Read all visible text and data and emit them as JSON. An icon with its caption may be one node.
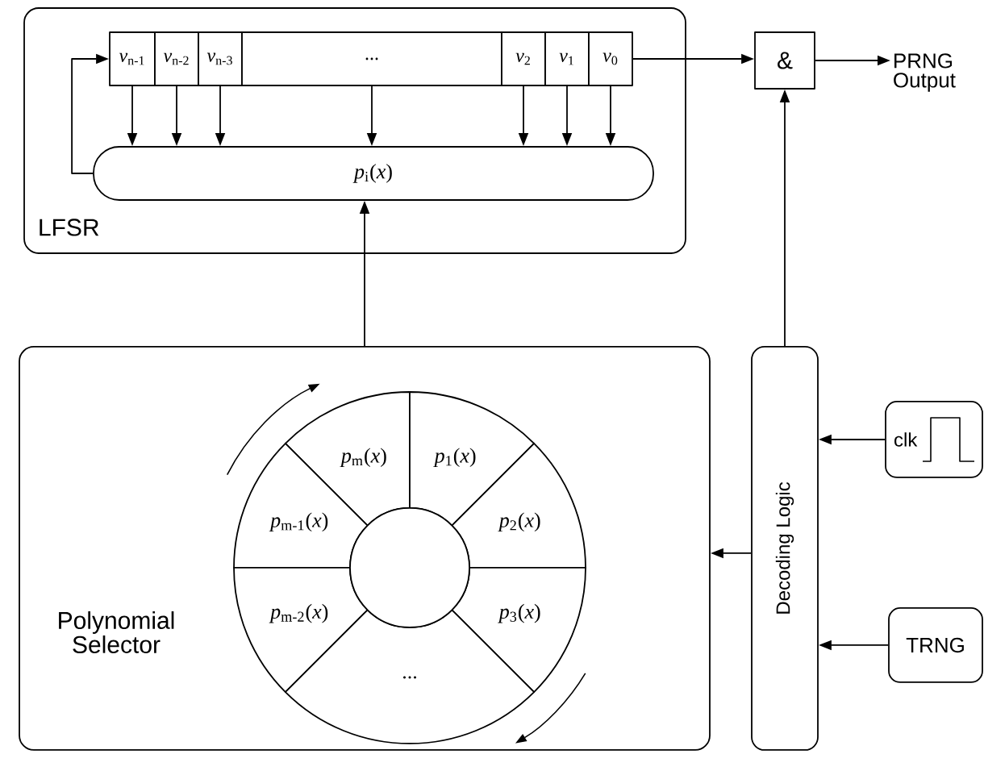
{
  "diagram": {
    "nodes": [
      {
        "text": [
          "LFSR"
        ]
      },
      {
        "text": [
          "*v*$_{n-1}$"
        ],
        "in": 0
      },
      {
        "text": [
          "*v*$_{n-2}$"
        ],
        "in": 0
      },
      {
        "text": [
          "*v*$_{n-3}$"
        ],
        "in": 0
      },
      {
        "text": [
          "..."
        ],
        "in": 0
      },
      {
        "text": [
          "*v*$_{2}$"
        ],
        "in": 0
      },
      {
        "text": [
          "*v*$_{1}$"
        ],
        "in": 0
      },
      {
        "text": [
          "*v*$_{0}$"
        ],
        "in": 0
      },
      {
        "text": [
          "*p*$_{i}$(*x*)"
        ],
        "in": 0
      },
      {
        "text": [
          "&"
        ]
      },
      {
        "text": [
          "PRNG Output"
        ]
      },
      {
        "text": [
          "Polynomial Selector"
        ]
      },
      {
        "text": [
          "*p*$_{m}$(*x*)"
        ],
        "in": 11
      },
      {
        "text": [
          "*p*$_{1}$(*x*)"
        ],
        "in": 11
      },
      {
        "text": [
          "*p*$_{m-1}$(*x*)"
        ],
        "in": 11
      },
      {
        "text": [
          "*p*$_{2}$(*x*)"
        ],
        "in": 11
      },
      {
        "text": [
          "*p*$_{m-2}$(*x*)"
        ],
        "in": 11
      },
      {
        "text": [
          "*p*$_{3}$(*x*)"
        ],
        "in": 11
      },
      {
        "text": [
          "..."
        ],
        "in": 11
      },
      {
        "text": [
          "Decoding Logic"
        ]
      },
      {
        "text": [
          "clk"
        ]
      },
      {
        "text": [
          "TRNG"
        ]
      },
      {
        "text": [],
        "shape": "circle",
        "in": 11
      }
    ],
    "edges": [
      {
        "from": 1,
        "to": 8,
        "arrow": "to"
      },
      {
        "from": 2,
        "to": 8,
        "arrow": "to"
      },
      {
        "from": 3,
        "to": 8,
        "arrow": "to"
      },
      {
        "from": 4,
        "to": 8,
        "arrow": "to"
      },
      {
        "from": 5,
        "to": 8,
        "arrow": "to"
      },
      {
        "from": 6,
        "to": 8,
        "arrow": "to"
      },
      {
        "from": 7,
        "to": 8,
        "arrow": "to"
      },
      {
        "from": 8,
        "to": 1,
        "arrow": "to"
      },
      {
        "from": 7,
        "to": 9,
        "arrow": "to"
      },
      {
        "from": 9,
        "to": 10,
        "arrow": "to"
      },
      {
        "from": 19,
        "to": 9,
        "arrow": "to"
      },
      {
        "from": 19,
        "to": 11,
        "arrow": "to"
      },
      {
        "from": 11,
        "to": 8,
        "arrow": "to"
      },
      {
        "from": 20,
        "to": 19,
        "arrow": "to"
      },
      {
        "from": 21,
        "to": 19,
        "arrow": "to"
      }
    ]
  }
}
